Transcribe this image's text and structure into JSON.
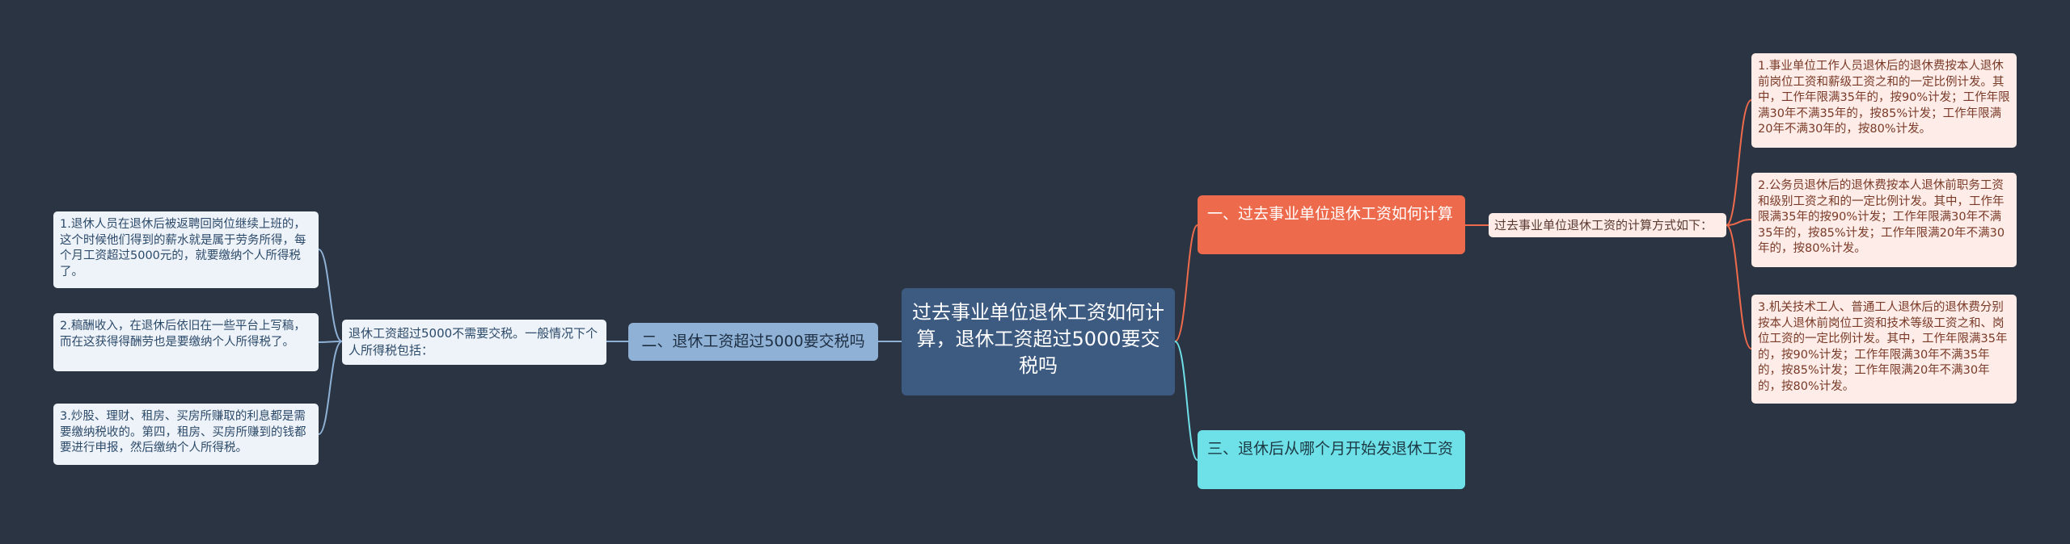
{
  "root": {
    "title": "过去事业单位退休工资如何计算，退休工资超过5000要交税吗"
  },
  "branches": {
    "b1": {
      "label": "一、过去事业单位退休工资如何计算",
      "sub": "过去事业单位退休工资的计算方式如下：",
      "leaves": [
        "1.事业单位工作人员退休后的退休费按本人退休前岗位工资和薪级工资之和的一定比例计发。其中，工作年限满35年的，按90%计发；工作年限满30年不满35年的，按85%计发；工作年限满20年不满30年的，按80%计发。",
        "2.公务员退休后的退休费按本人退休前职务工资和级别工资之和的一定比例计发。其中，工作年限满35年的按90%计发；工作年限满30年不满35年的，按85%计发；工作年限满20年不满30年的，按80%计发。",
        "3.机关技术工人、普通工人退休后的退休费分别按本人退休前岗位工资和技术等级工资之和、岗位工资的一定比例计发。其中，工作年限满35年的，按90%计发；工作年限满30年不满35年的，按85%计发；工作年限满20年不满30年的，按80%计发。"
      ]
    },
    "b2": {
      "label": "二、退休工资超过5000要交税吗",
      "sub": "退休工资超过5000不需要交税。一般情况下个人所得税包括：",
      "leaves": [
        "1.退休人员在退休后被返聘回岗位继续上班的，这个时候他们得到的薪水就是属于劳务所得，每个月工资超过5000元的，就要缴纳个人所得税了。",
        "2.稿酬收入，在退休后依旧在一些平台上写稿，而在这获得得酬劳也是要缴纳个人所得税了。",
        "3.炒股、理财、租房、买房所赚取的利息都是需要缴纳税收的。第四，租房、买房所赚到的钱都要进行申报，然后缴纳个人所得税。"
      ]
    },
    "b3": {
      "label": "三、退休后从哪个月开始发退休工资"
    }
  },
  "colors": {
    "background": "#2b3442",
    "root": "#3d5a80",
    "branch1": "#ee6a4c",
    "branch1_light": "#fdece7",
    "branch2": "#8fb1d5",
    "branch2_light": "#eef3f9",
    "branch3": "#6ee0e8"
  }
}
